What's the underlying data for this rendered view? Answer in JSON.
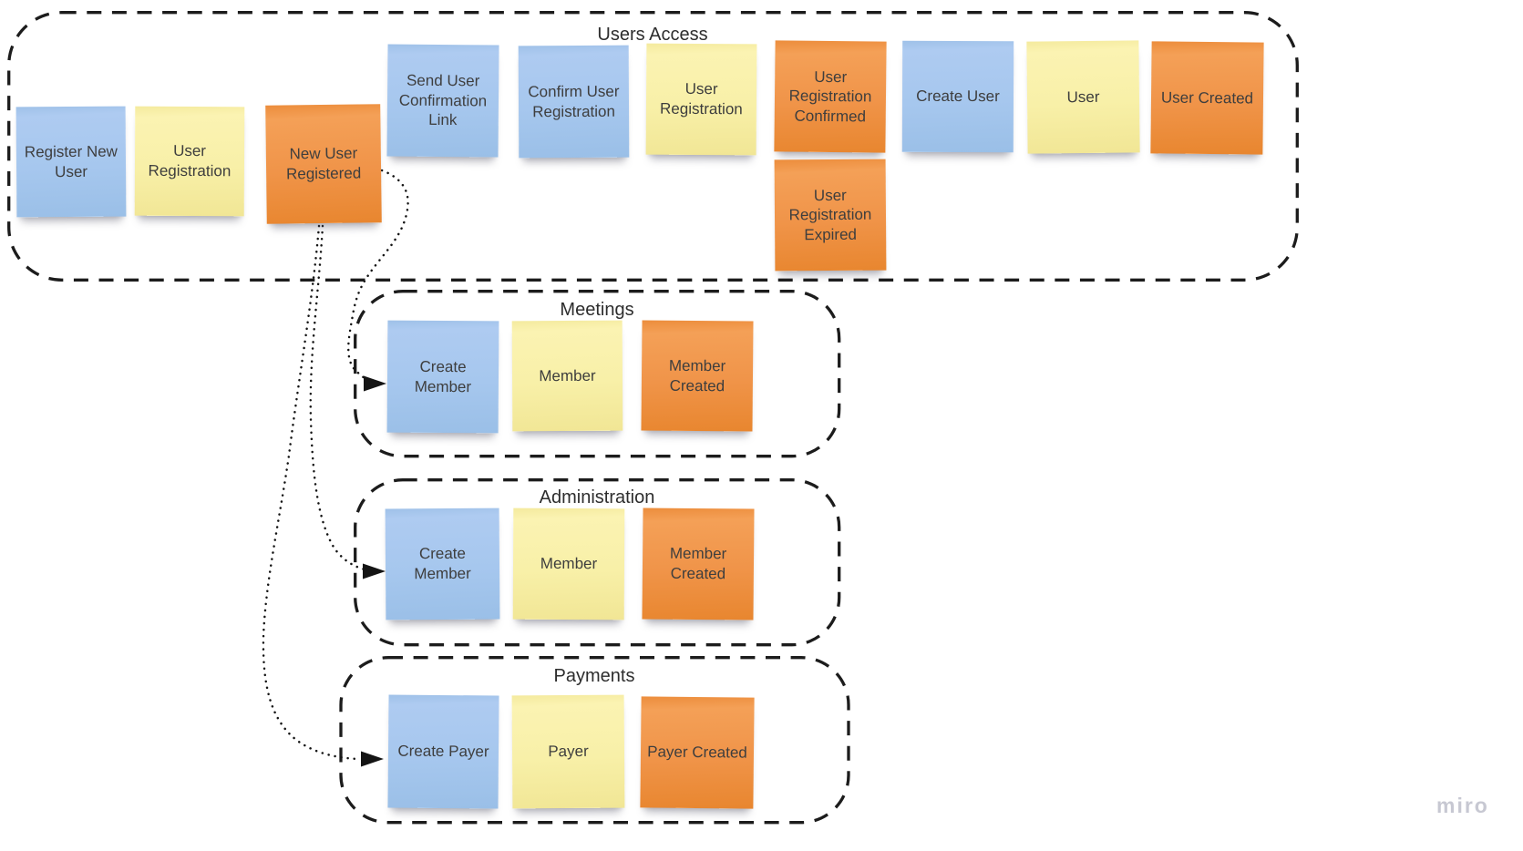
{
  "board": {
    "app": "miro",
    "watermark": "miro"
  },
  "colors": {
    "background": "#ffffff",
    "frame_border": "#1c1c1c",
    "connector": "#141414",
    "note_blue": "#a6c7ee",
    "note_yellow": "#f8f0a8",
    "note_orange": "#f09449",
    "note_text": "#3e3e3e",
    "group_label_text": "#2d2d2d",
    "watermark_text": "#c7c8d2"
  },
  "groups": [
    {
      "id": "users-access",
      "label": "Users Access",
      "notes": [
        {
          "label": "Register New User",
          "color": "blue"
        },
        {
          "label": "User Registration",
          "color": "yellow"
        },
        {
          "label": "New User Registered",
          "color": "orange"
        },
        {
          "label": "Send User Confirmation Link",
          "color": "blue"
        },
        {
          "label": "Confirm User Registration",
          "color": "blue"
        },
        {
          "label": "User Registration",
          "color": "yellow"
        },
        {
          "label": "User Registration Confirmed",
          "color": "orange"
        },
        {
          "label": "User Registration Expired",
          "color": "orange"
        },
        {
          "label": "Create User",
          "color": "blue"
        },
        {
          "label": "User",
          "color": "yellow"
        },
        {
          "label": "User Created",
          "color": "orange"
        }
      ]
    },
    {
      "id": "meetings",
      "label": "Meetings",
      "notes": [
        {
          "label": "Create Member",
          "color": "blue"
        },
        {
          "label": "Member",
          "color": "yellow"
        },
        {
          "label": "Member Created",
          "color": "orange"
        }
      ]
    },
    {
      "id": "administration",
      "label": "Administration",
      "notes": [
        {
          "label": "Create Member",
          "color": "blue"
        },
        {
          "label": "Member",
          "color": "yellow"
        },
        {
          "label": "Member Created",
          "color": "orange"
        }
      ]
    },
    {
      "id": "payments",
      "label": "Payments",
      "notes": [
        {
          "label": "Create Payer",
          "color": "blue"
        },
        {
          "label": "Payer",
          "color": "yellow"
        },
        {
          "label": "Payer Created",
          "color": "orange"
        }
      ]
    }
  ],
  "connectors": [
    {
      "from": "New User Registered",
      "to": "Create Member (Meetings)",
      "style": "dotted",
      "arrowhead": "solid-triangle"
    },
    {
      "from": "New User Registered",
      "to": "Create Member (Administration)",
      "style": "dotted",
      "arrowhead": "solid-triangle"
    },
    {
      "from": "New User Registered",
      "to": "Create Payer (Payments)",
      "style": "dotted",
      "arrowhead": "solid-triangle"
    }
  ]
}
